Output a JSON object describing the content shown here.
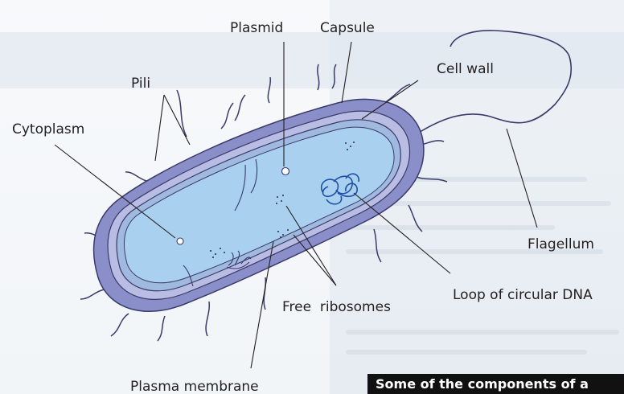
{
  "labels": {
    "plasmid": "Plasmid",
    "capsule": "Capsule",
    "cell_wall": "Cell wall",
    "pili": "Pili",
    "cytoplasm": "Cytoplasm",
    "flagellum": "Flagellum",
    "loop_dna": "Loop of circular DNA",
    "free_ribosomes": "Free  ribosomes",
    "plasma_membrane": "Plasma membrane"
  },
  "caption": "Some of the components of a",
  "colors": {
    "capsule": "#8b8fc9",
    "cell_wall": "#b9bde3",
    "membrane": "#9fb9df",
    "cytoplasm": "#a9d1ef",
    "outline": "#3a3a6a",
    "dna": "#1f4fa8"
  }
}
